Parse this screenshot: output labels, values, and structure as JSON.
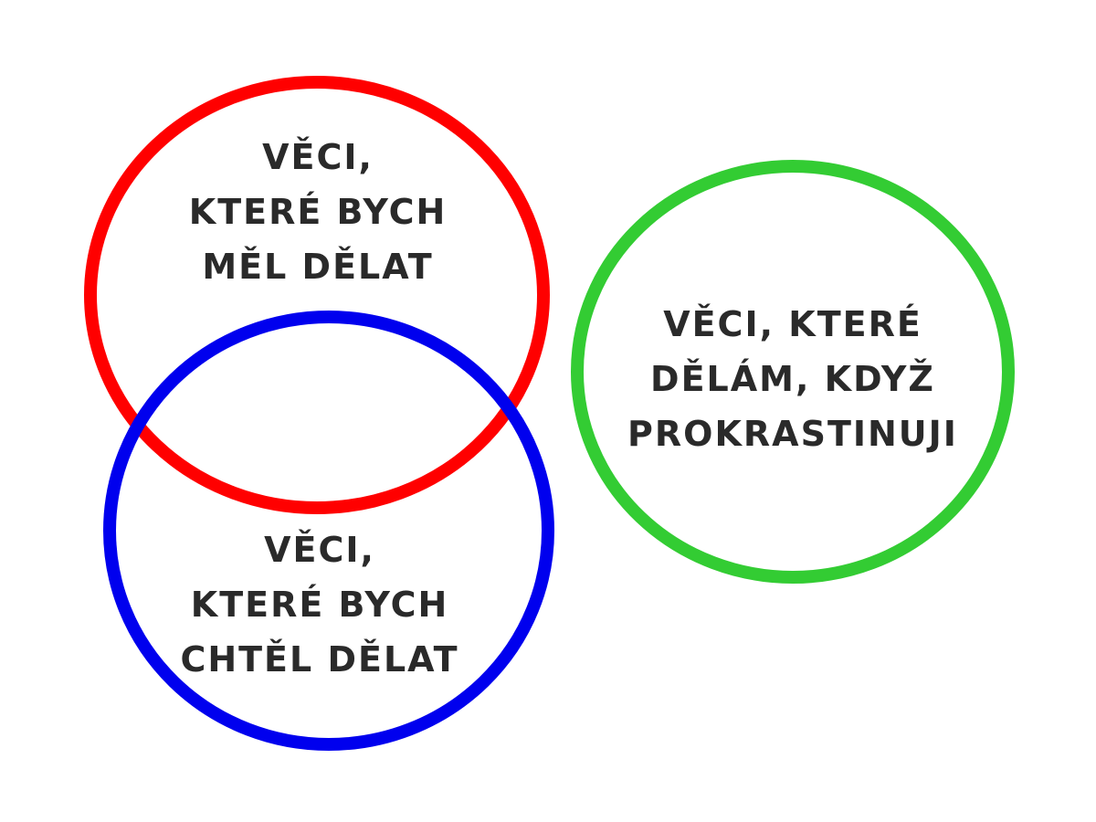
{
  "colors": {
    "should": "#ff0000",
    "want": "#0000ee",
    "procrastinate": "#33cc33",
    "text": "#2a2a2a"
  },
  "circles": {
    "should": {
      "lines": [
        "VĚCI,",
        "KTERÉ BYCH",
        "MĚL DĚLAT"
      ]
    },
    "want": {
      "lines": [
        "VĚCI,",
        "KTERÉ BYCH",
        "CHTĚL DĚLAT"
      ]
    },
    "procrastinate": {
      "lines": [
        "VĚCI, KTERÉ",
        "DĚLÁM, KDYŽ",
        "PROKRASTINUJI"
      ]
    }
  }
}
